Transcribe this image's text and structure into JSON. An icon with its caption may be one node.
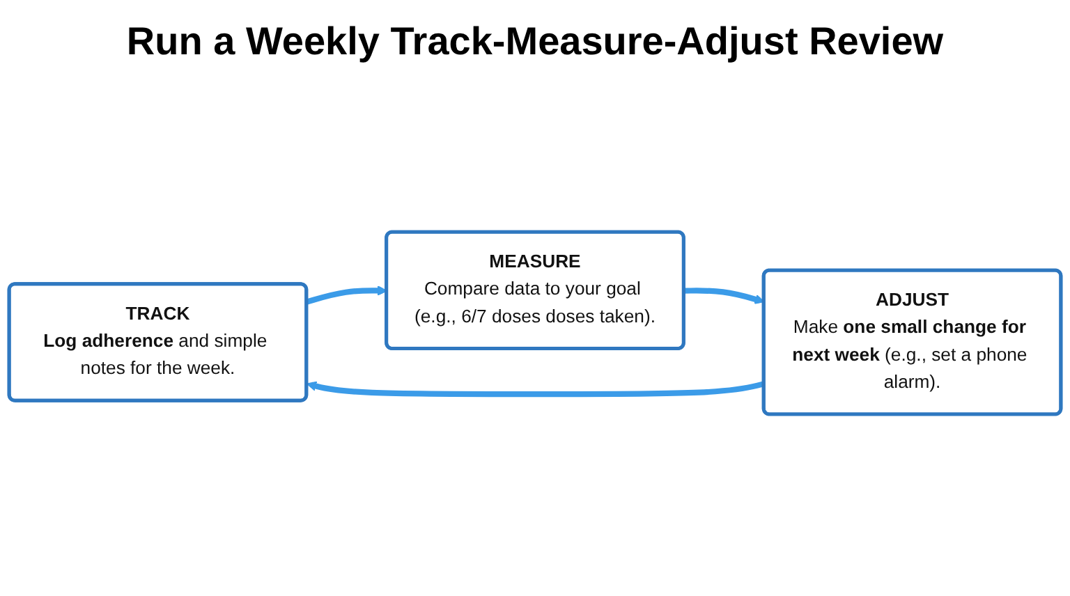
{
  "diagram": {
    "title": "Run a Weekly Track-Measure-Adjust Review",
    "nodes": [
      {
        "text": [
          "TRACK",
          "**Log adherence** and simple notes for the week."
        ]
      },
      {
        "text": [
          "MEASURE",
          "Compare data to your goal (e.g., 6/7 doses doses taken)."
        ]
      },
      {
        "text": [
          "ADJUST",
          "Make **one small change for next week** (e.g., set a phone alarm)."
        ]
      }
    ],
    "edges": [
      {
        "from": 0,
        "to": 1,
        "arrow": "to"
      },
      {
        "from": 1,
        "to": 2,
        "arrow": "to"
      },
      {
        "from": 2,
        "to": 0,
        "arrow": "to"
      }
    ]
  }
}
